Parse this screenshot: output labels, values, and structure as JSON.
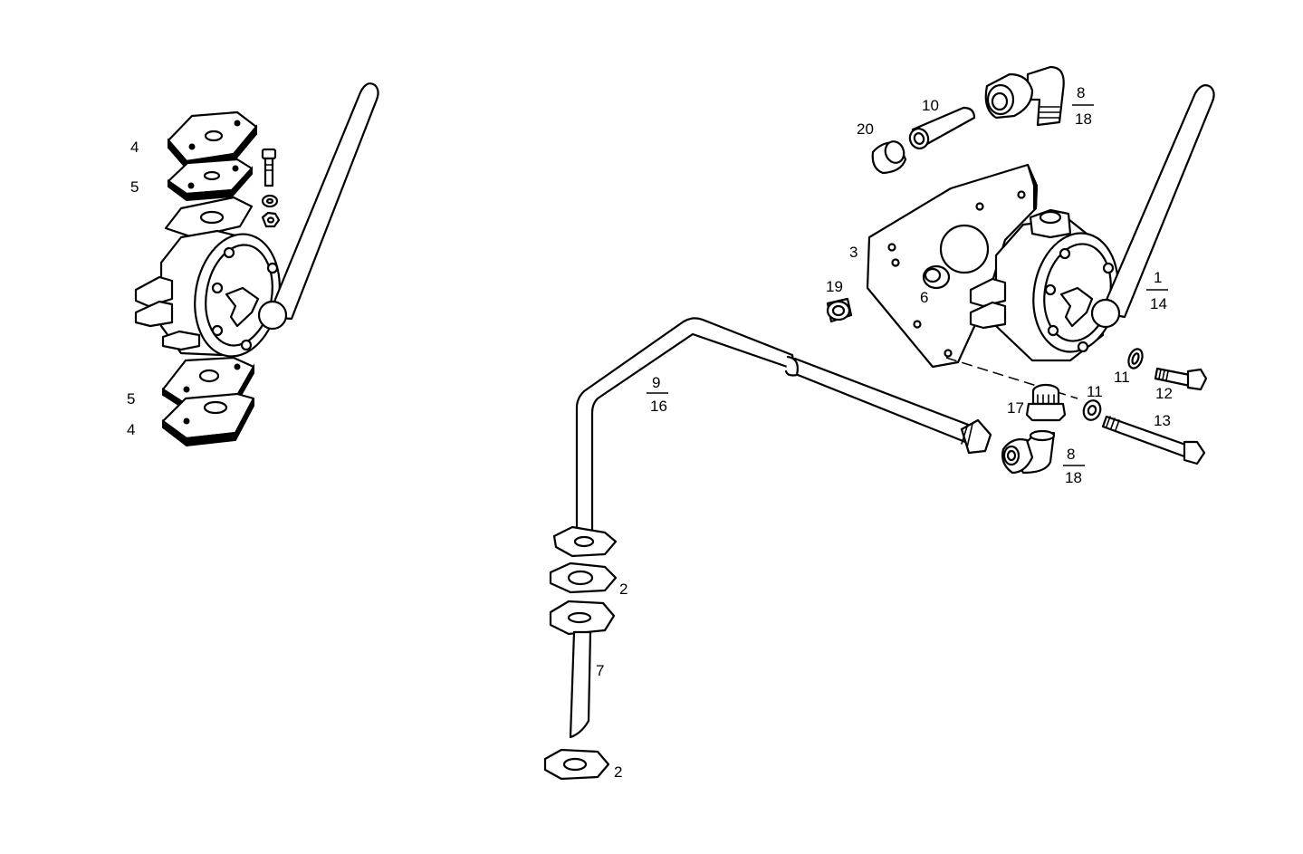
{
  "labels": {
    "l_4_top": "4",
    "l_5_top": "5",
    "l_5_bot": "5",
    "l_4_bot": "4",
    "l_20": "20",
    "l_10": "10",
    "l_8_top_num": "8",
    "l_8_top_den": "18",
    "l_3": "3",
    "l_19": "19",
    "l_6": "6",
    "l_1_num": "1",
    "l_1_den": "14",
    "l_9_num": "9",
    "l_9_den": "16",
    "l_11_a": "11",
    "l_12": "12",
    "l_11_b": "11",
    "l_17": "17",
    "l_13": "13",
    "l_8_bot_num": "8",
    "l_8_bot_den": "18",
    "l_2_top": "2",
    "l_7": "7",
    "l_2_bot": "2"
  }
}
